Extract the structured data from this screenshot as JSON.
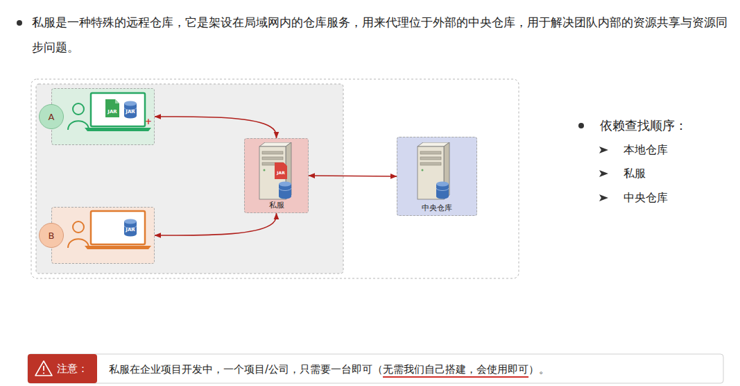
{
  "diagram": {
    "title": "私服是一种特殊的远程仓库，它是架设在局域网内的仓库服务，用来代理位于外部的中央仓库，用于解决团队内部的资源共享与资源同步问题。",
    "nodes": [
      {
        "text": [
          "A"
        ]
      },
      {
        "text": [
          "B"
        ]
      },
      {
        "text": [
          "私服"
        ]
      },
      {
        "text": [
          "中央仓库"
        ]
      }
    ],
    "edges": [
      {
        "from": 0,
        "to": 2,
        "arrow": "both"
      },
      {
        "from": 1,
        "to": 2,
        "arrow": "both"
      },
      {
        "from": 2,
        "to": 3,
        "arrow": "both"
      }
    ],
    "labels": [
      "JAR",
      "JAR",
      "+",
      "JAR",
      "JAR",
      "依赖查找顺序：",
      "本地仓库",
      "私服",
      "中央仓库",
      "注意：",
      "私服在企业项目开发中，一个项目/公司，只需要一台即可（",
      "无需我们自己搭建，会使用即可",
      "）。"
    ]
  }
}
